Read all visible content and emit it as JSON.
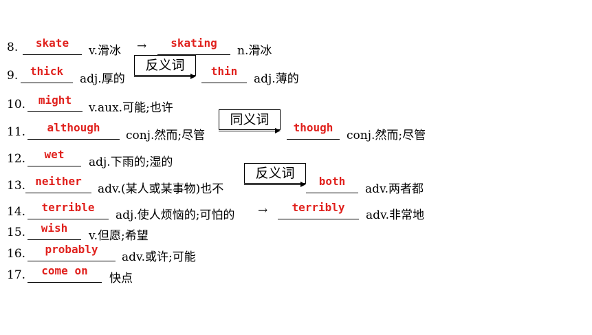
{
  "items": [
    {
      "num": "8.",
      "answer": "skate",
      "def": "v.滑冰",
      "arrow": "→",
      "answer2": "skating",
      "def2": "n.滑冰"
    },
    {
      "num": "9.",
      "answer": "thick",
      "def": "adj.厚的",
      "relation": "反义词",
      "answer2": "thin",
      "def2": "adj.薄的"
    },
    {
      "num": "10.",
      "answer": "might",
      "def": "v.aux.可能;也许"
    },
    {
      "num": "11.",
      "answer": "although",
      "def": "conj.然而;尽管",
      "relation": "同义词",
      "answer2": "though",
      "def2": "conj.然而;尽管"
    },
    {
      "num": "12.",
      "answer": "wet",
      "def": "adj.下雨的;湿的"
    },
    {
      "num": "13.",
      "answer": "neither",
      "def": "adv.(某人或某事物)也不",
      "relation": "反义词",
      "answer2": "both",
      "def2": "adv.两者都"
    },
    {
      "num": "14.",
      "answer": "terrible",
      "def": "adj.使人烦恼的;可怕的",
      "arrow": "→",
      "answer2": "terribly",
      "def2": "adv.非常地"
    },
    {
      "num": "15.",
      "answer": "wish",
      "def": "v.但愿;希望"
    },
    {
      "num": "16.",
      "answer": "probably",
      "def": "adv.或许;可能"
    },
    {
      "num": "17.",
      "answer": "come on",
      "def": "快点"
    }
  ]
}
